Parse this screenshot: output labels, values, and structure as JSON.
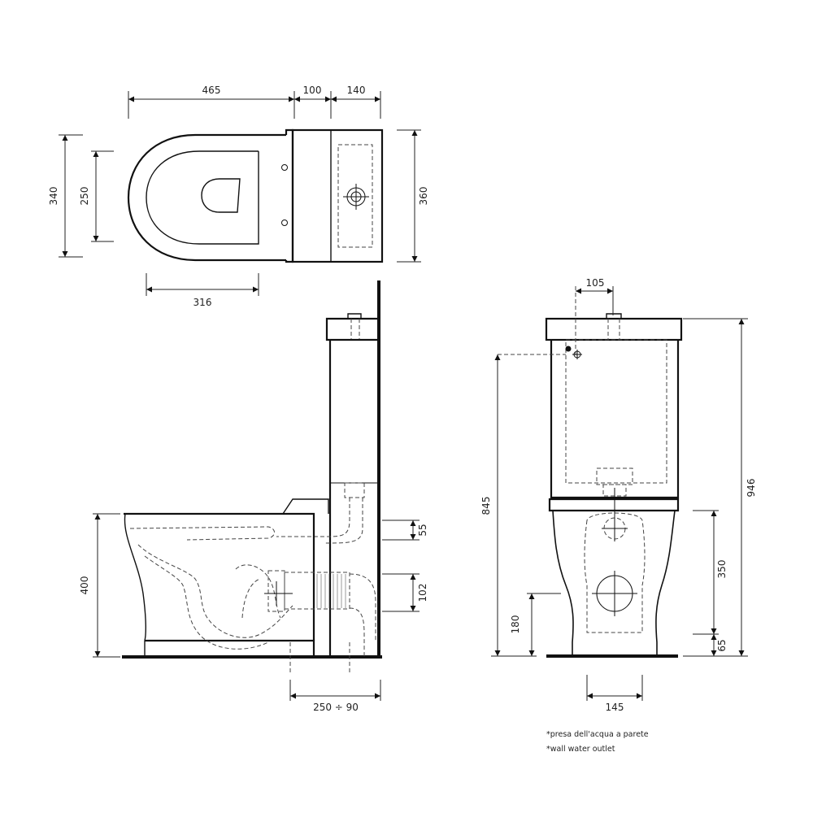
{
  "top_view": {
    "dims": {
      "width_bowl": "465",
      "width_spacer": "100",
      "width_tank": "140",
      "height_outer": "340",
      "height_inner": "250",
      "height_tank": "360",
      "seat_opening": "316"
    }
  },
  "side_view": {
    "dims": {
      "seat_height": "400",
      "inlet_height": "55",
      "outlet_height": "102",
      "outlet_distance": "250 ÷ 90"
    }
  },
  "front_view": {
    "dims": {
      "inlet_offset": "105",
      "total_height": "946",
      "water_outlet_height": "845",
      "outlet_center_height": "350",
      "base_height": "65",
      "low_height": "180",
      "base_width": "145"
    }
  },
  "notes": {
    "italian": "*presa dell'acqua a parete",
    "english": "*wall water outlet"
  }
}
